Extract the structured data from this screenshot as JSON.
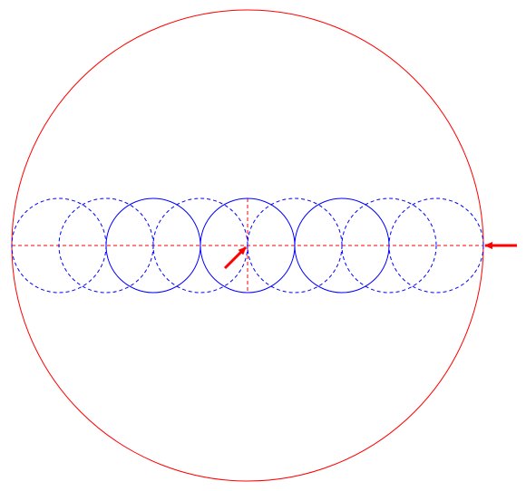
{
  "colors": {
    "outer_circle": "#ff0000",
    "axis_lines": "#ff0000",
    "small_circles": "#0000ff",
    "arrows": "#ff0000",
    "background": "#ffffff"
  },
  "diagram": {
    "outer_circle": {
      "style": "solid"
    },
    "horizontal_axis": {
      "style": "dashed"
    },
    "vertical_axis": {
      "style": "dashed"
    },
    "small_circle_styles": [
      "dashed",
      "dashed",
      "solid",
      "dashed",
      "solid",
      "dashed",
      "solid",
      "dashed",
      "dashed"
    ],
    "arrows": [
      {
        "name": "center-arrow",
        "direction": "up-right"
      },
      {
        "name": "edge-arrow",
        "direction": "left"
      }
    ]
  }
}
